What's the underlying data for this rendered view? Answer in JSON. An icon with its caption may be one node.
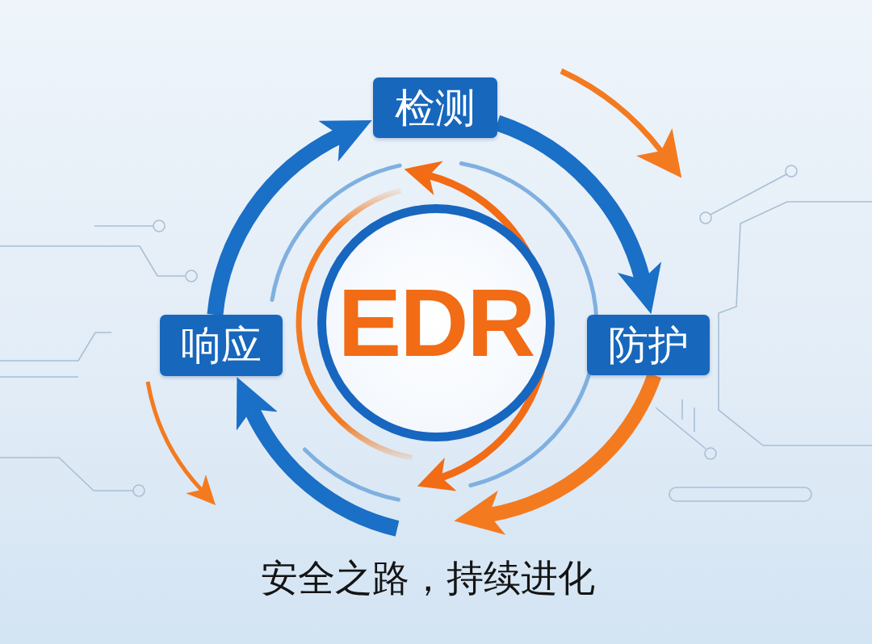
{
  "diagram": {
    "caption": "安全之路，持续进化",
    "nodes": [
      {
        "text": [
          "EDR"
        ]
      },
      {
        "text": [
          "检测"
        ]
      },
      {
        "text": [
          "防护"
        ]
      },
      {
        "text": [
          "响应"
        ]
      }
    ],
    "edges": [
      {
        "from": 3,
        "to": 1,
        "arrow": "to"
      },
      {
        "from": 1,
        "to": 2,
        "arrow": "to"
      },
      {
        "from": 2,
        "to": null,
        "arrow": "to",
        "color": "#f47a20"
      },
      {
        "from": null,
        "to": 3,
        "arrow": "to"
      }
    ]
  }
}
